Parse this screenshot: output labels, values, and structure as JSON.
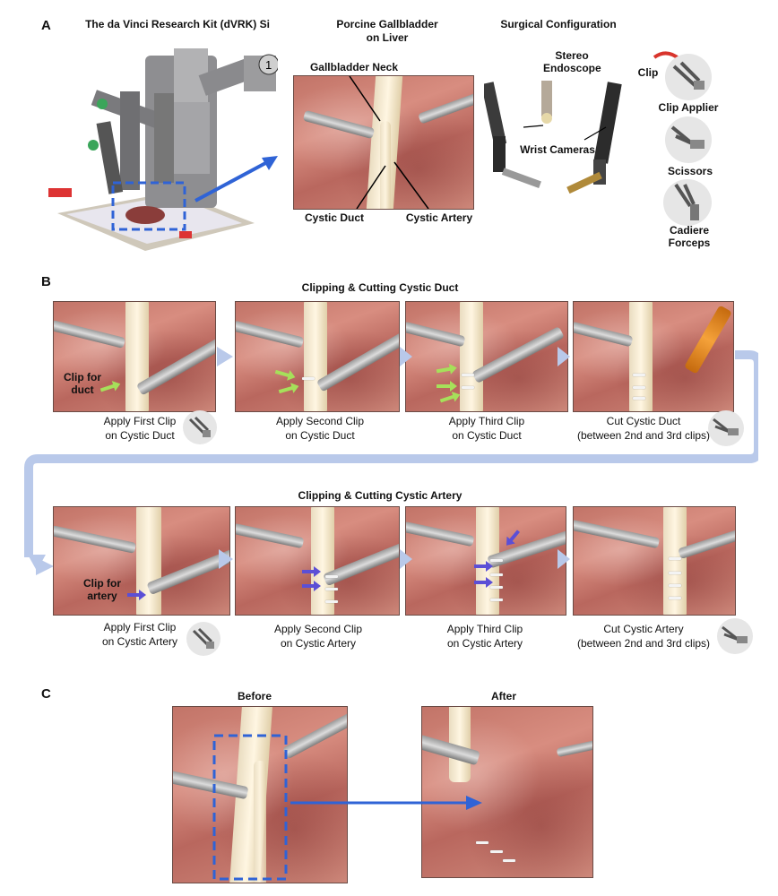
{
  "panel_a": {
    "letter": "A",
    "robot_title": "The da Vinci Research Kit (dVRK) Si",
    "robot_arm_number": "1",
    "gallbladder_title": "Porcine Gallbladder\non Liver",
    "gallbladder_labels": [
      "Gallbladder Neck",
      "Cystic Duct",
      "Cystic Artery"
    ],
    "config_title": "Surgical Configuration",
    "config_labels": {
      "stereo_endoscope": "Stereo\nEndoscope",
      "wrist_cameras": "Wrist Cameras",
      "clip": "Clip",
      "clip_applier": "Clip Applier",
      "scissors": "Scissors",
      "cadiere_forceps": "Cadiere\nForceps"
    }
  },
  "panel_b": {
    "letter": "B",
    "duct_title": "Clipping & Cutting Cystic Duct",
    "duct_overlay": "Clip for\nduct",
    "duct_steps": [
      "Apply First Clip\non Cystic Duct",
      "Apply Second Clip\non Cystic Duct",
      "Apply Third Clip\non Cystic Duct",
      "Cut Cystic Duct\n(between 2nd and 3rd clips)"
    ],
    "artery_title": "Clipping & Cutting Cystic Artery",
    "artery_overlay": "Clip for\nartery",
    "artery_steps": [
      "Apply First Clip\non Cystic Artery",
      "Apply Second Clip\non Cystic Artery",
      "Apply Third Clip\non Cystic Artery",
      "Cut Cystic Artery\n(between 2nd and 3rd clips)"
    ]
  },
  "panel_c": {
    "letter": "C",
    "before": "Before",
    "after": "After"
  },
  "colors": {
    "flow_arrow": "#b9c9ea",
    "dashed_box": "#2f63d6",
    "duct_arrow": "#a6e05a",
    "artery_arrow": "#5b4fd6",
    "cut_tool_accent": "#f08a1a"
  }
}
